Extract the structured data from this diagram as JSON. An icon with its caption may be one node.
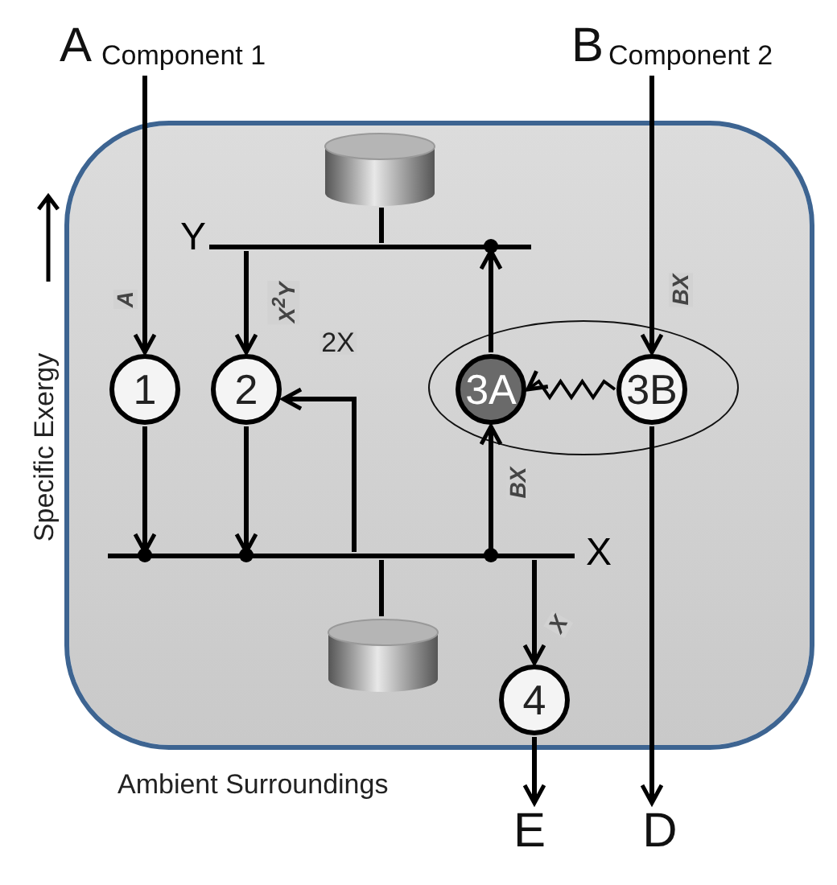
{
  "diagram": {
    "nodes": [
      {
        "text": [],
        "shape": "box"
      },
      {
        "text": [
          "A"
        ],
        "beside": [
          "Component 1"
        ]
      },
      {
        "text": [
          "B"
        ],
        "beside": [
          "Component 2"
        ]
      },
      {
        "text": [
          "1"
        ],
        "in": 0
      },
      {
        "text": [
          "2"
        ],
        "in": 0
      },
      {
        "text": [],
        "shape": "ellipse",
        "in": 0
      },
      {
        "text": [
          "3A"
        ],
        "in": 5
      },
      {
        "text": [
          "3B"
        ],
        "in": 5
      },
      {
        "text": [
          "4"
        ],
        "in": 0
      },
      {
        "text": [
          "Y"
        ],
        "in": 0
      },
      {
        "text": [
          "X"
        ],
        "in": 0
      },
      {
        "text": [],
        "shape": "cylinder",
        "in": 0
      },
      {
        "text": [],
        "shape": "cylinder",
        "in": 0
      },
      {
        "text": [
          "E"
        ]
      },
      {
        "text": [
          "D"
        ]
      }
    ],
    "edges": [
      {
        "from": 1,
        "to": 3,
        "arrow": "to",
        "label": "A"
      },
      {
        "from": 9,
        "to": 4,
        "arrow": "to",
        "label": "X$^{2}$Y"
      },
      {
        "from": 3,
        "to": 10,
        "arrow": "to"
      },
      {
        "from": 4,
        "to": 10,
        "arrow": "to"
      },
      {
        "from": 10,
        "to": 4,
        "arrow": "to",
        "label": "2X"
      },
      {
        "from": 10,
        "to": 6,
        "arrow": "to",
        "label": "BX"
      },
      {
        "from": 6,
        "to": 9,
        "arrow": "to"
      },
      {
        "from": 7,
        "to": 6,
        "arrow": "to"
      },
      {
        "from": 2,
        "to": 7,
        "arrow": "to",
        "label": "BX"
      },
      {
        "from": 7,
        "to": 14,
        "arrow": "to"
      },
      {
        "from": 10,
        "to": 8,
        "arrow": "to",
        "label": "X"
      },
      {
        "from": 8,
        "to": 13,
        "arrow": "to"
      },
      {
        "from": 11,
        "to": 9,
        "arrow": "none"
      },
      {
        "from": 12,
        "to": 10,
        "arrow": "none"
      }
    ],
    "labels": [
      "Specific Exergy",
      "Ambient Surroundings"
    ]
  }
}
